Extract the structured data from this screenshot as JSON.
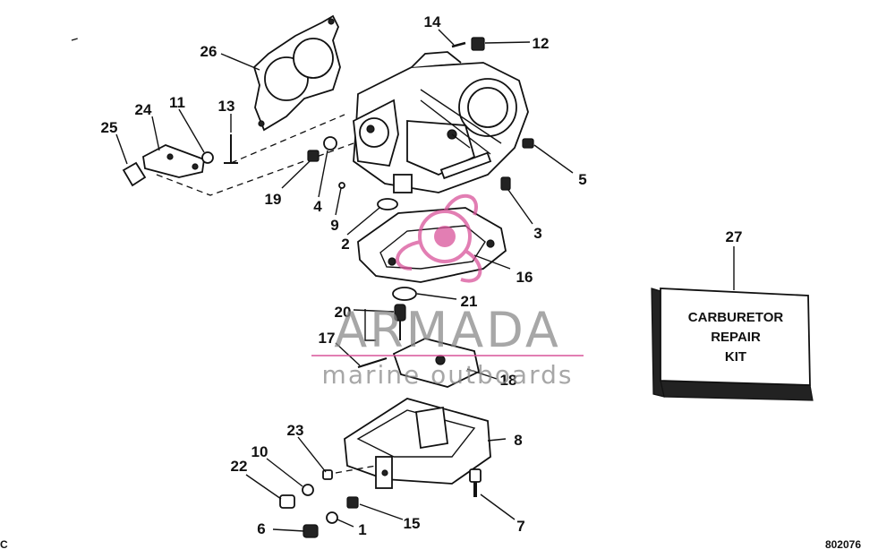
{
  "callouts": [
    {
      "id": "p1",
      "label": "1"
    },
    {
      "id": "p2",
      "label": "2"
    },
    {
      "id": "p3",
      "label": "3"
    },
    {
      "id": "p4",
      "label": "4"
    },
    {
      "id": "p5",
      "label": "5"
    },
    {
      "id": "p6",
      "label": "6"
    },
    {
      "id": "p7",
      "label": "7"
    },
    {
      "id": "p8",
      "label": "8"
    },
    {
      "id": "p9",
      "label": "9"
    },
    {
      "id": "p10",
      "label": "10"
    },
    {
      "id": "p11",
      "label": "11"
    },
    {
      "id": "p12",
      "label": "12"
    },
    {
      "id": "p13",
      "label": "13"
    },
    {
      "id": "p14",
      "label": "14"
    },
    {
      "id": "p15",
      "label": "15"
    },
    {
      "id": "p16",
      "label": "16"
    },
    {
      "id": "p17",
      "label": "17"
    },
    {
      "id": "p18",
      "label": "18"
    },
    {
      "id": "p19",
      "label": "19"
    },
    {
      "id": "p20",
      "label": "20"
    },
    {
      "id": "p21",
      "label": "21"
    },
    {
      "id": "p22",
      "label": "22"
    },
    {
      "id": "p23",
      "label": "23"
    },
    {
      "id": "p24",
      "label": "24"
    },
    {
      "id": "p25",
      "label": "25"
    },
    {
      "id": "p26",
      "label": "26"
    },
    {
      "id": "p27",
      "label": "27"
    }
  ],
  "kit": {
    "line1": "CARBURETOR",
    "line2": "REPAIR",
    "line3": "KIT"
  },
  "drawing_number": "802076",
  "edge_mark": "C",
  "watermark": {
    "brand": "ARMADA",
    "tagline": "marine outboards",
    "color": "#d9549a",
    "text_color": "#8a8a8a"
  }
}
